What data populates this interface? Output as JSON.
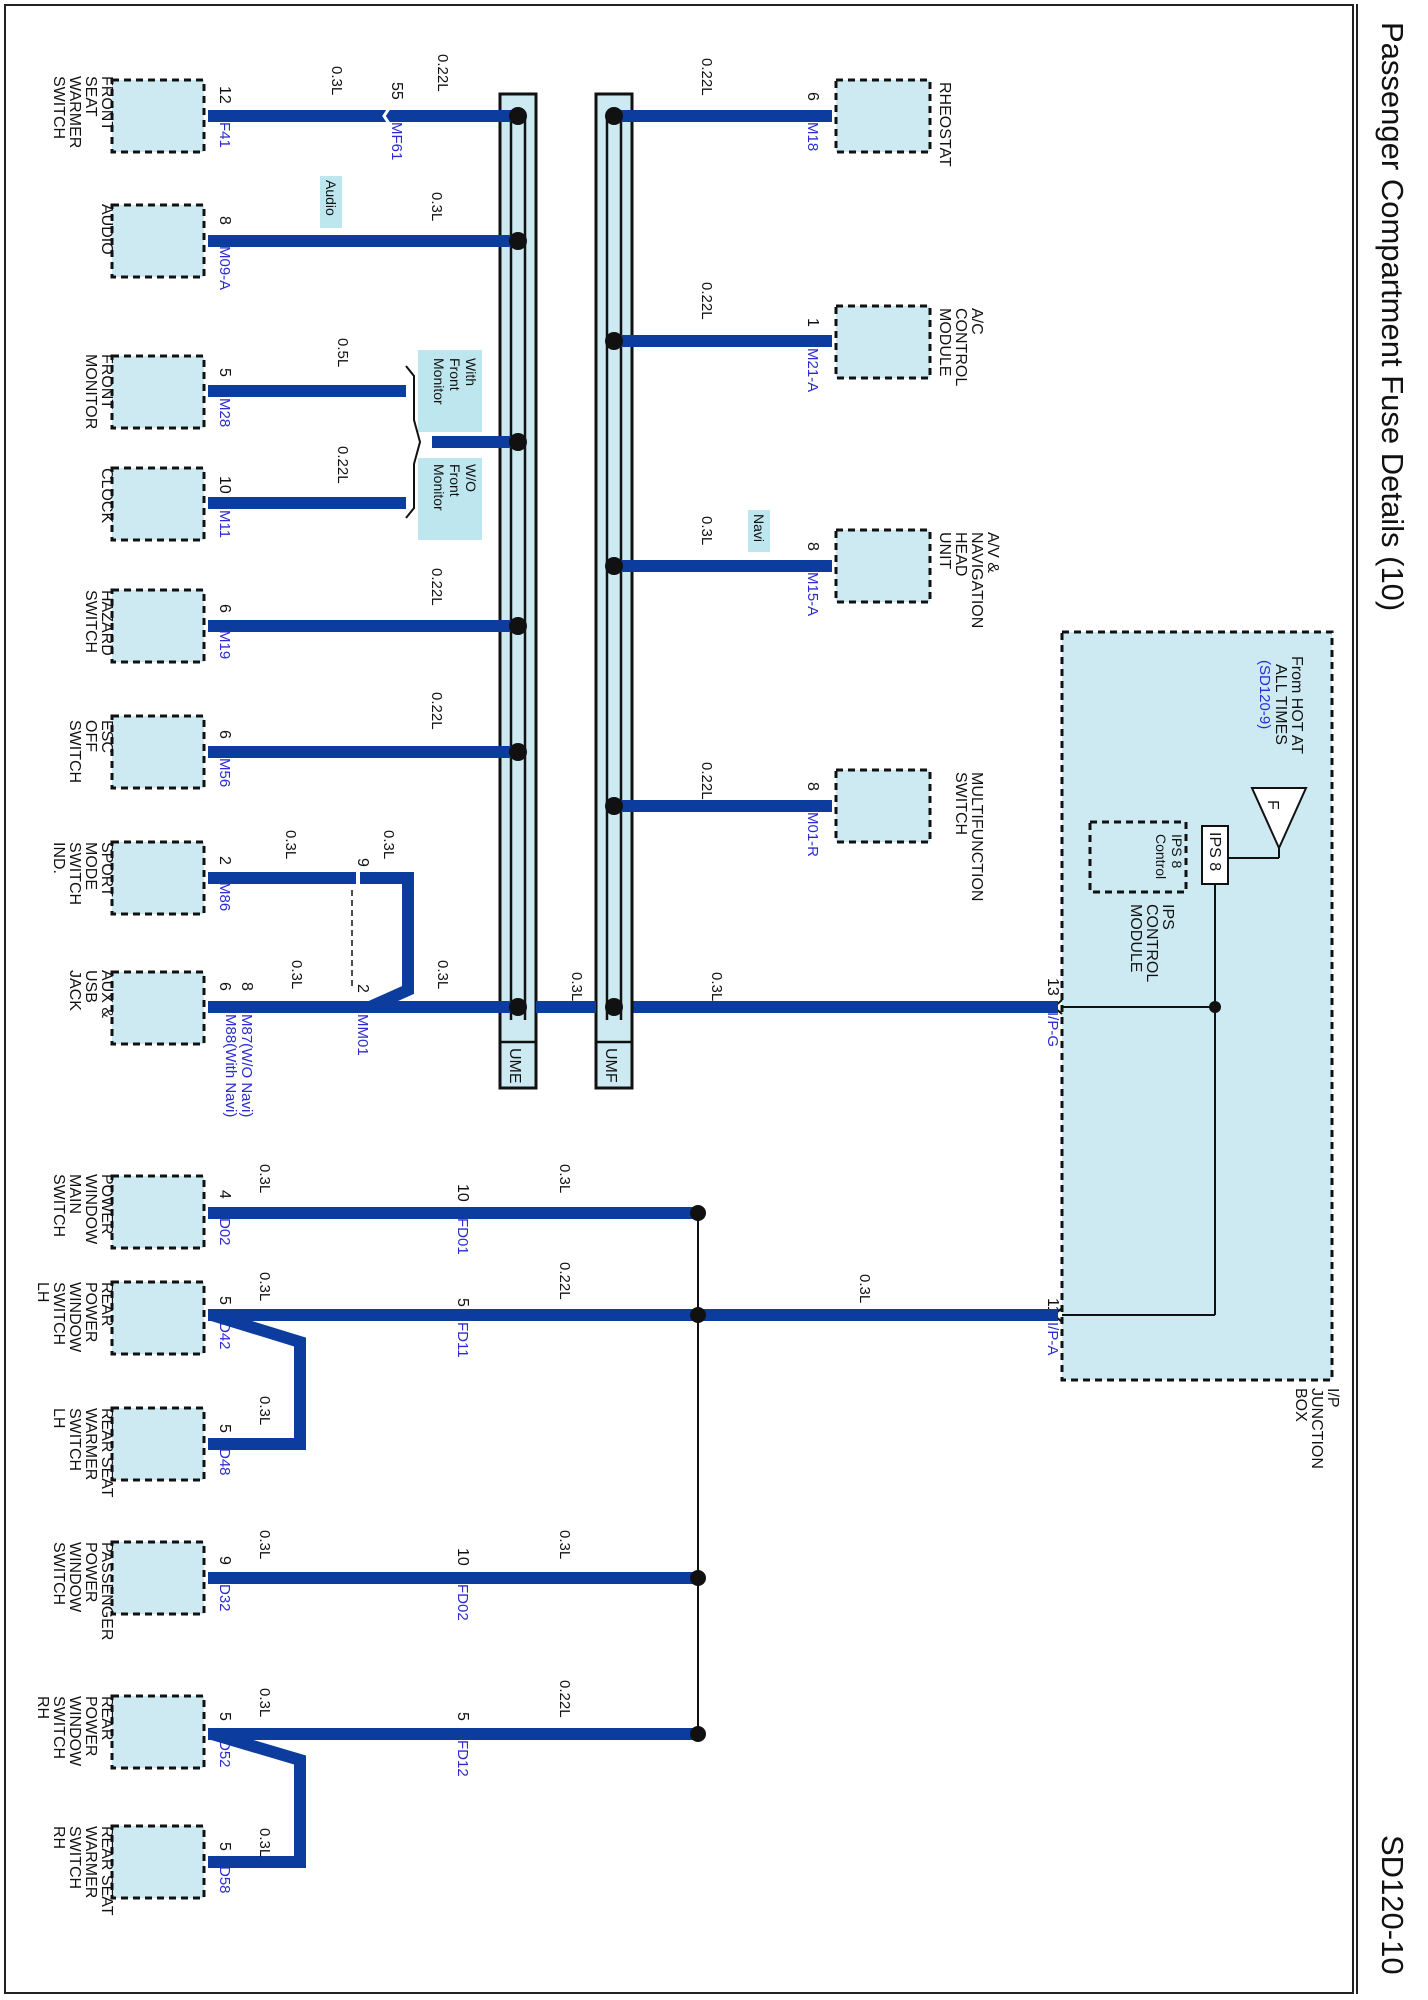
{
  "header": {
    "title": "Passenger Compartment Fuse Details (10)",
    "code": "SD120-10"
  },
  "power_source": {
    "from_lines": [
      "From HOT AT",
      "ALL TIMES"
    ],
    "ref": "(SD120-9)",
    "fuse_letter": "F",
    "fuse_name": "IPS 8",
    "control_box": [
      "IPS 8",
      "Control"
    ],
    "control_module": [
      "IPS",
      "CONTROL",
      "MODULE"
    ],
    "junction_box": [
      "I/P",
      "JUNCTION",
      "BOX"
    ]
  },
  "junction_pins": [
    {
      "pin": "13",
      "connector": "I/P-G",
      "gauge": "0.3L"
    },
    {
      "pin": "11",
      "connector": "I/P-A",
      "gauge": "0.3L"
    }
  ],
  "buses": [
    {
      "name": "UMF"
    },
    {
      "name": "UME"
    }
  ],
  "upper_left": [
    {
      "id": "front-seat-warmer",
      "name": [
        "FRONT",
        "SEAT",
        "WARMER",
        "SWITCH"
      ],
      "pin": "12",
      "connector": "F41",
      "gauge_left": "0.3L",
      "inline_pin": "55",
      "inline_conn": "MF61",
      "gauge_right": "0.22L"
    },
    {
      "id": "audio",
      "name": [
        "AUDIO"
      ],
      "pin": "8",
      "connector": "M09-A",
      "gauge": "0.3L",
      "option": "Audio"
    },
    {
      "id": "front-monitor",
      "name": [
        "FRONT",
        "MONITOR"
      ],
      "pin": "5",
      "connector": "M28",
      "gauge": "0.5L",
      "option": [
        "With",
        "Front",
        "Monitor"
      ]
    },
    {
      "id": "clock",
      "name": [
        "CLOCK"
      ],
      "pin": "10",
      "connector": "M11",
      "gauge": "0.22L",
      "option": [
        "W/O",
        "Front",
        "Monitor"
      ]
    },
    {
      "id": "hazard",
      "name": [
        "HAZARD",
        "SWITCH"
      ],
      "pin": "6",
      "connector": "M19",
      "gauge": "0.22L"
    },
    {
      "id": "esc-off",
      "name": [
        "ESC",
        "OFF",
        "SWITCH"
      ],
      "pin": "6",
      "connector": "M56",
      "gauge": "0.22L"
    },
    {
      "id": "sport-mode",
      "name": [
        "SPORT",
        "MODE",
        "SWITCH",
        "IND."
      ],
      "pin": "2",
      "connector": "M86",
      "gauge_left": "0.3L",
      "inline_pin": "9",
      "gauge_right": "0.3L"
    },
    {
      "id": "aux-usb",
      "name": [
        "AUX &",
        "USB",
        "JACK"
      ],
      "pin": "6",
      "pin2": "8",
      "connector": [
        "M87(W/O Navi)",
        "M88(With Navi)"
      ],
      "gauge_left": "0.3L",
      "inline_pin": "2",
      "inline_conn": "MM01",
      "gauge_right": "0.3L",
      "gauge_bus": "0.3L",
      "gauge_main": "0.3L"
    }
  ],
  "upper_right": [
    {
      "id": "rheostat",
      "name": [
        "RHEOSTAT"
      ],
      "pin": "6",
      "connector": "M18",
      "gauge": "0.22L"
    },
    {
      "id": "ac-control",
      "name": [
        "A/C",
        "CONTROL",
        "MODULE"
      ],
      "pin": "1",
      "connector": "M21-A",
      "gauge": "0.22L"
    },
    {
      "id": "av-nav",
      "name": [
        "A/V &",
        "NAVIGATION",
        "HEAD",
        "UNIT"
      ],
      "pin": "8",
      "connector": "M15-A",
      "gauge": "0.3L",
      "option": "Navi"
    },
    {
      "id": "multifunction",
      "name": [
        "MULTIFUNCTION",
        "SWITCH"
      ],
      "pin": "8",
      "connector": "M01-R",
      "gauge": "0.22L"
    }
  ],
  "lower": [
    {
      "id": "pw-main",
      "name": [
        "POWER",
        "WINDOW",
        "MAIN",
        "SWITCH"
      ],
      "pin": "4",
      "connector": "D02",
      "gauge_left": "0.3L",
      "inline_pin": "10",
      "inline_conn": "FD01",
      "gauge_right": "0.3L"
    },
    {
      "id": "rear-pw-lh",
      "name": [
        "REAR",
        "POWER",
        "WINDOW",
        "SWITCH",
        "LH"
      ],
      "pin": "5",
      "connector": "D42",
      "gauge_left": "0.3L",
      "inline_pin": "5",
      "inline_conn": "FD11",
      "gauge_right": "0.22L"
    },
    {
      "id": "rear-warmer-lh",
      "name": [
        "REAR SEAT",
        "WARMER",
        "SWITCH",
        "LH"
      ],
      "pin": "5",
      "connector": "D48",
      "gauge": "0.3L"
    },
    {
      "id": "passenger-pw",
      "name": [
        "PASSENGER",
        "POWER",
        "WINDOW",
        "SWITCH"
      ],
      "pin": "9",
      "connector": "D32",
      "gauge_left": "0.3L",
      "inline_pin": "10",
      "inline_conn": "FD02",
      "gauge_right": "0.3L"
    },
    {
      "id": "rear-pw-rh",
      "name": [
        "REAR",
        "POWER",
        "WINDOW",
        "SWITCH",
        "RH"
      ],
      "pin": "5",
      "connector": "D52",
      "gauge_left": "0.3L",
      "inline_pin": "5",
      "inline_conn": "FD12",
      "gauge_right": "0.22L"
    },
    {
      "id": "rear-warmer-rh",
      "name": [
        "REAR SEAT",
        "WARMER",
        "SWITCH",
        "RH"
      ],
      "pin": "5",
      "connector": "D58",
      "gauge": "0.3L"
    }
  ],
  "colors": {
    "wire": "#0c3c9e",
    "component_fill": "#cdeaf2",
    "connector_text": "#2b2bd1"
  }
}
